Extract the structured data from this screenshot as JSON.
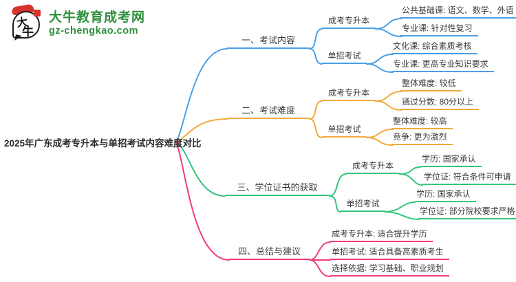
{
  "logo": {
    "icon_char_top": "大",
    "icon_char_bottom": "牛",
    "site_name": "大牛教育成考网",
    "site_url": "gz-chengkao.com"
  },
  "colors": {
    "blue": "#4a9fe8",
    "orange": "#f2a93c",
    "green": "#36c47d",
    "pink": "#ef3b7b",
    "text": "#3b3b3b",
    "brand_green": "#2e8f3c",
    "brand_red": "#d7332f",
    "title": "#2a2a2a"
  },
  "mindmap": {
    "root": "2025年广东成考专升本与单招考试内容难度对比",
    "branches": [
      {
        "label": "一、考试内容",
        "color": "blue",
        "children": [
          {
            "label": "成考专升本",
            "leaves": [
              "公共基础课: 语文、数学、外语",
              "专业课: 针对性复习"
            ]
          },
          {
            "label": "单招考试",
            "leaves": [
              "文化课: 综合素质考核",
              "专业课: 更高专业知识要求"
            ]
          }
        ]
      },
      {
        "label": "二、考试难度",
        "color": "orange",
        "children": [
          {
            "label": "成考专升本",
            "leaves": [
              "整体难度: 较低",
              "通过分数: 80分以上"
            ]
          },
          {
            "label": "单招考试",
            "leaves": [
              "整体难度: 较高",
              "竞争: 更为激烈"
            ]
          }
        ]
      },
      {
        "label": "三、学位证书的获取",
        "color": "green",
        "children": [
          {
            "label": "成考专升本",
            "leaves": [
              "学历: 国家承认",
              "学位证: 符合条件可申请"
            ]
          },
          {
            "label": "单招考试",
            "leaves": [
              "学历: 国家承认",
              "学位证: 部分院校要求严格"
            ]
          }
        ]
      },
      {
        "label": "四、总结与建议",
        "color": "pink",
        "children": [],
        "leaves": [
          "成考专升本: 适合提升学历",
          "单招考试: 适合具备高素质考生",
          "选择依据: 学习基础、职业规划"
        ]
      }
    ]
  }
}
